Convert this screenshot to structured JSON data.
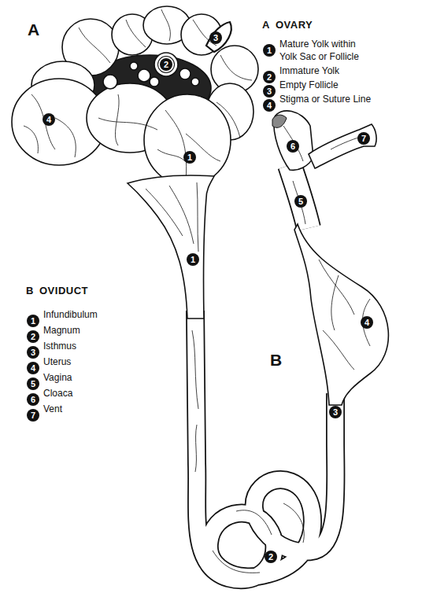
{
  "diagram": {
    "labels": [
      "A",
      "A",
      "OVARY",
      "1",
      "Mature Yolk within Yolk Sac or Follicle",
      "2",
      "Immature Yolk",
      "3",
      "Empty Follicle",
      "4",
      "Stigma or Suture Line",
      "1",
      "2",
      "3",
      "4",
      "B",
      "OVIDUCT",
      "1",
      "Infundibulum",
      "2",
      "Magnum",
      "3",
      "Isthmus",
      "4",
      "Uterus",
      "5",
      "Vagina",
      "6",
      "Cloaca",
      "7",
      "Vent",
      "1",
      "2",
      "3",
      "4",
      "5",
      "6",
      "7",
      "B"
    ]
  }
}
